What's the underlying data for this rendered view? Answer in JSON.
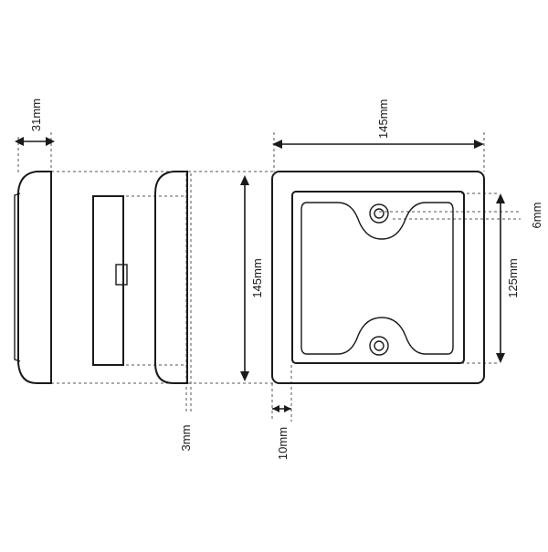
{
  "dimensions": {
    "depth": "31mm",
    "side_height": "145mm",
    "front_width": "145mm",
    "inner_height": "125mm",
    "hole_offset": "6mm",
    "wall_gap": "3mm",
    "frame_border": "10mm"
  },
  "colors": {
    "ink": "#1a1a1a",
    "background": "#ffffff"
  }
}
